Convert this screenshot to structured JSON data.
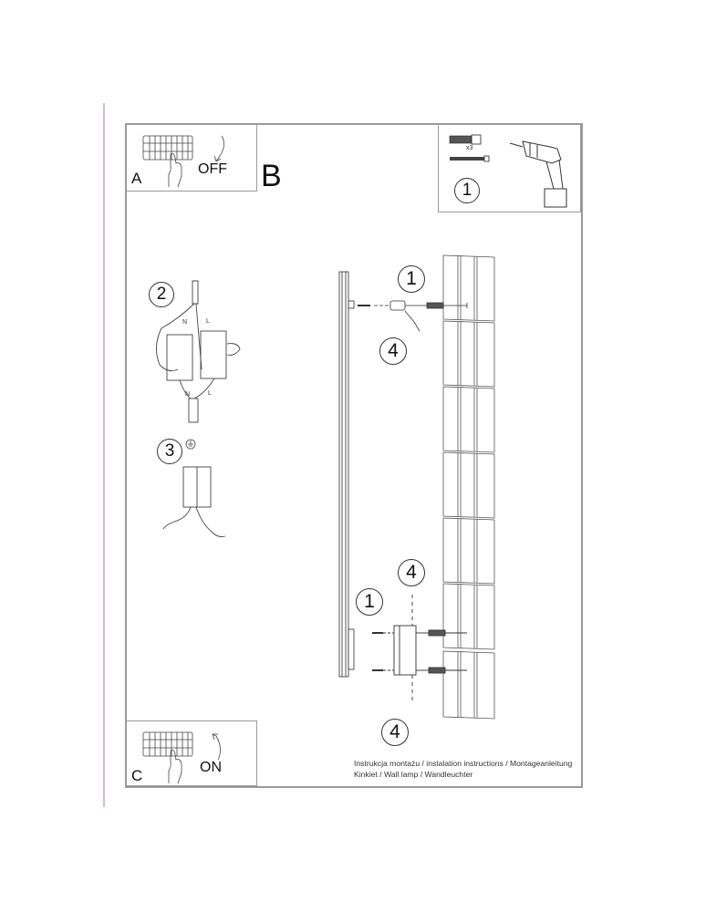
{
  "steps": {
    "a": {
      "letter": "A",
      "state": "OFF",
      "icon": "circuit-breaker-switch-off-icon"
    },
    "b": {
      "letter": "B"
    },
    "c": {
      "letter": "C",
      "state": "ON",
      "icon": "circuit-breaker-switch-on-icon"
    }
  },
  "tools_box": {
    "callout": "1",
    "quantity": "x3",
    "items": [
      "wall-plug-icon",
      "screw-icon",
      "power-drill-icon"
    ]
  },
  "wiring": {
    "step2": {
      "callout": "2",
      "labels": {
        "neutral_top": "N",
        "live_top": "L",
        "neutral_bottom": "N",
        "live_bottom": "L"
      }
    },
    "step3": {
      "callout": "3",
      "icon": "ground-symbol-icon"
    }
  },
  "assembly": {
    "top_callouts": [
      "1",
      "4"
    ],
    "bottom_callouts": [
      "4",
      "1",
      "4"
    ]
  },
  "caption": {
    "line1": "Instrukcja montażu / instalation instructions / Montageanleitung",
    "line2": "Kinkiet / Wall lamp / Wandleuchter"
  },
  "colors": {
    "frame": "#9a9a9a",
    "margin_line": "#d9b7dc",
    "ink": "#111111"
  }
}
